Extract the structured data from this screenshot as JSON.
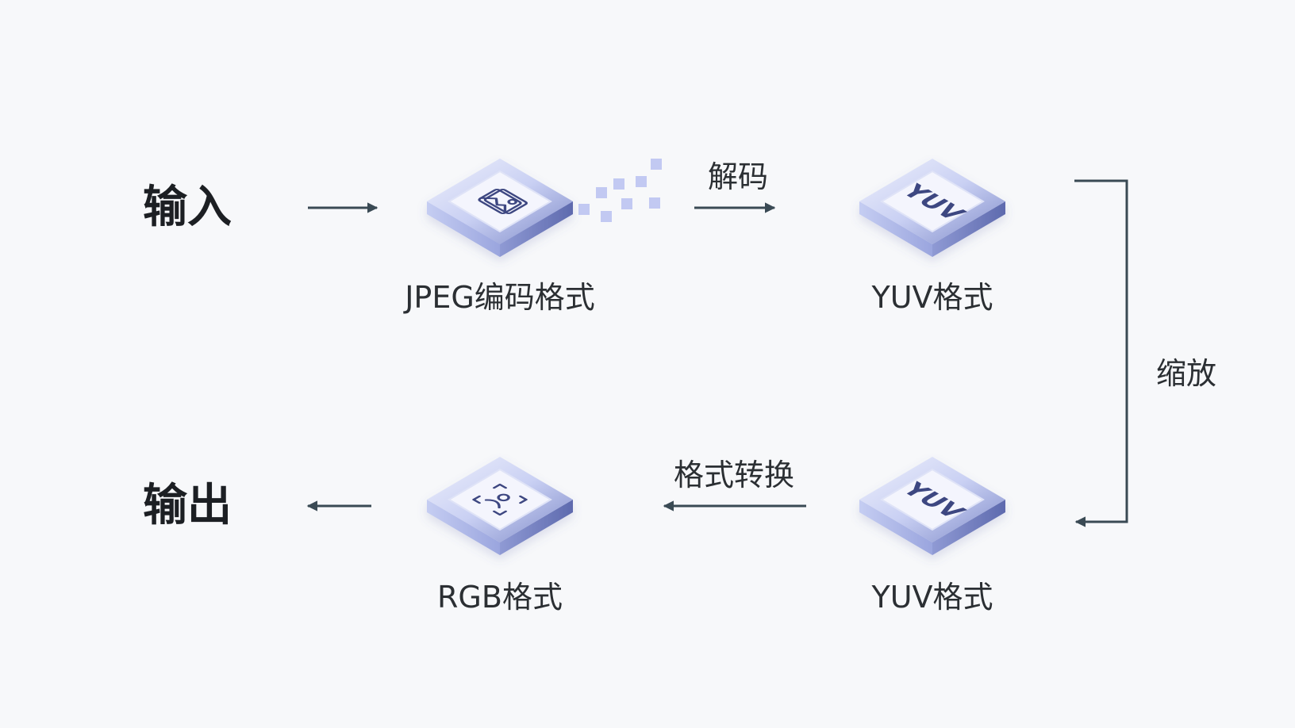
{
  "diagram": {
    "input_label": "输入",
    "output_label": "输出",
    "nodes": {
      "jpeg": {
        "label": "JPEG编码格式",
        "icon": "image-icon"
      },
      "yuv_top": {
        "label": "YUV格式",
        "icon": "yuv-badge",
        "badge_text": "YUV"
      },
      "yuv_bottom": {
        "label": "YUV格式",
        "icon": "yuv-badge",
        "badge_text": "YUV"
      },
      "rgb": {
        "label": "RGB格式",
        "icon": "portrait-scan-icon"
      }
    },
    "edges": {
      "decode": "解码",
      "scale": "缩放",
      "convert": "格式转换"
    }
  },
  "colors": {
    "background": "#f7f8fa",
    "arrow": "#3a4a54",
    "tile_top": "#e3e7fa",
    "tile_side": "#7f8cc9",
    "tile_front": "#a7b1e4",
    "tile_inner": "#f4f5fd",
    "icon_stroke": "#3d4681",
    "pixel": "#c2c9f2"
  }
}
